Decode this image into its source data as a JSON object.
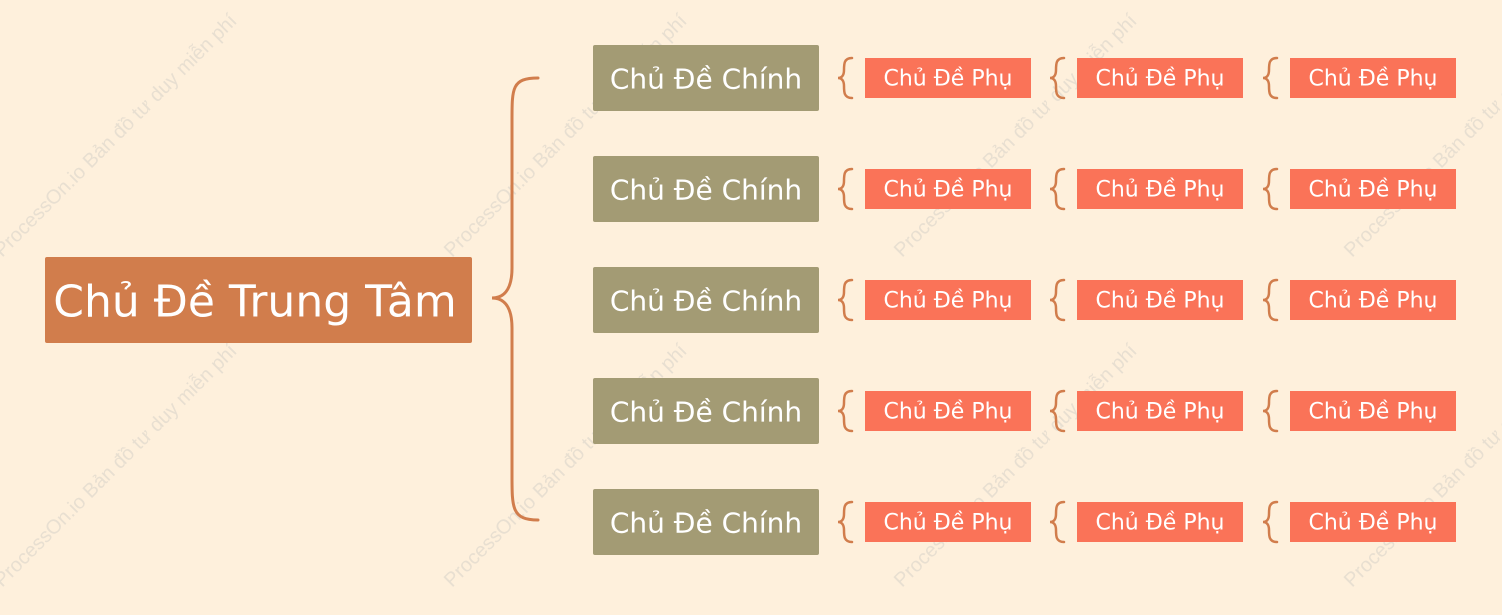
{
  "colors": {
    "background": "#FEF0DC",
    "central_fill": "#D17D4C",
    "main_fill": "#A39B74",
    "sub_fill": "#FA7358",
    "connector": "#D17D4C",
    "text": "#FFFFFF",
    "watermark": "#E8DFD1"
  },
  "central": {
    "label": "Chủ Đề Trung Tâm"
  },
  "branches": [
    {
      "label": "Chủ Đề Chính",
      "subtopics": [
        "Chủ Đề Phụ",
        "Chủ Đề Phụ",
        "Chủ Đề Phụ"
      ]
    },
    {
      "label": "Chủ Đề Chính",
      "subtopics": [
        "Chủ Đề Phụ",
        "Chủ Đề Phụ",
        "Chủ Đề Phụ"
      ]
    },
    {
      "label": "Chủ Đề Chính",
      "subtopics": [
        "Chủ Đề Phụ",
        "Chủ Đề Phụ",
        "Chủ Đề Phụ"
      ]
    },
    {
      "label": "Chủ Đề Chính",
      "subtopics": [
        "Chủ Đề Phụ",
        "Chủ Đề Phụ",
        "Chủ Đề Phụ"
      ]
    },
    {
      "label": "Chủ Đề Chính",
      "subtopics": [
        "Chủ Đề Phụ",
        "Chủ Đề Phụ",
        "Chủ Đề Phụ"
      ]
    }
  ],
  "watermark": {
    "text": "ProcessOn.io Bản đồ tư duy miễn phí"
  }
}
